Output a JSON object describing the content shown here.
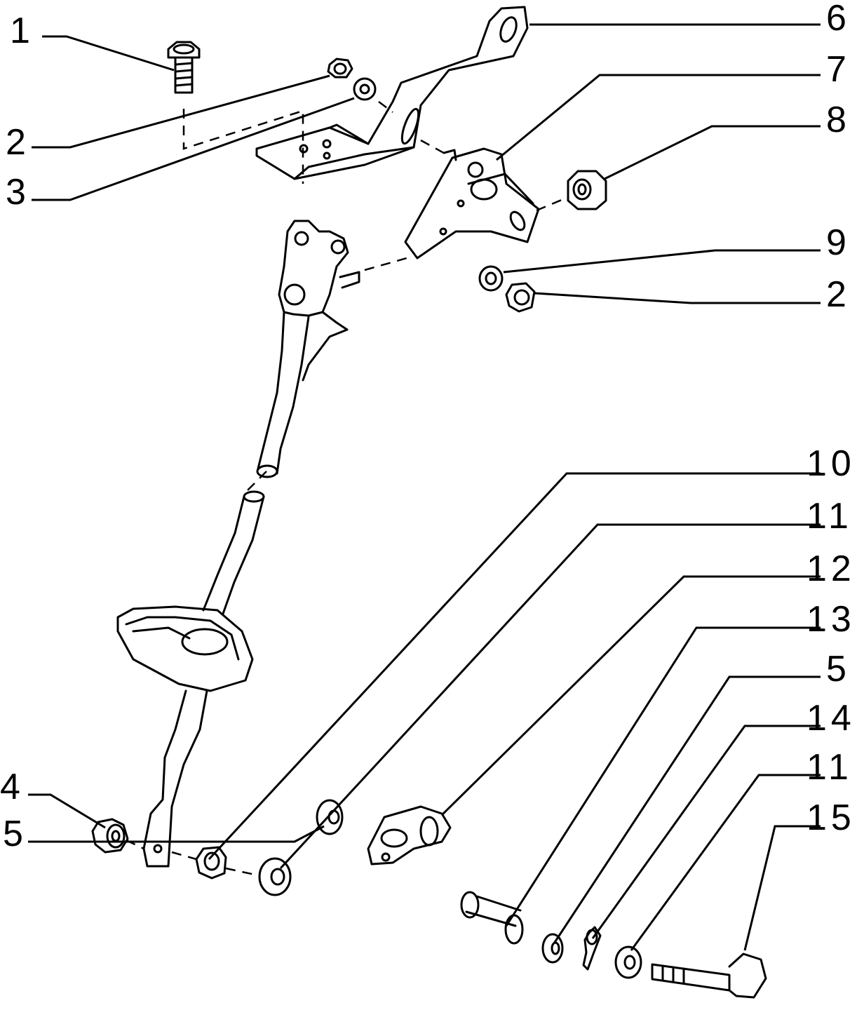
{
  "callouts": [
    {
      "id": "c1",
      "label": "1"
    },
    {
      "id": "c2a",
      "label": "2"
    },
    {
      "id": "c3",
      "label": "3"
    },
    {
      "id": "c6",
      "label": "6"
    },
    {
      "id": "c7",
      "label": "7"
    },
    {
      "id": "c8",
      "label": "8"
    },
    {
      "id": "c9",
      "label": "9"
    },
    {
      "id": "c2b",
      "label": "2"
    },
    {
      "id": "c10",
      "label": "10"
    },
    {
      "id": "c11a",
      "label": "11"
    },
    {
      "id": "c12",
      "label": "12"
    },
    {
      "id": "c13",
      "label": "13"
    },
    {
      "id": "c5a",
      "label": "5"
    },
    {
      "id": "c14",
      "label": "14"
    },
    {
      "id": "c11b",
      "label": "11"
    },
    {
      "id": "c15",
      "label": "15"
    },
    {
      "id": "c4",
      "label": "4"
    },
    {
      "id": "c5b",
      "label": "5"
    }
  ]
}
